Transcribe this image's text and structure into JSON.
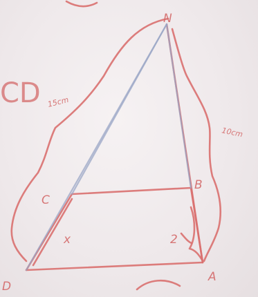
{
  "figure": {
    "fragment_label": "CD",
    "vertices": {
      "apex": "N",
      "top_left": "C",
      "top_right": "B",
      "bottom_left": "D",
      "bottom_right": "A"
    },
    "lengths": {
      "nd": "15cm",
      "na": "10cm",
      "ab": "2",
      "dc": "x"
    },
    "ink_colors": {
      "marker": "#d9706f",
      "faint_line": "#9aa6c6"
    }
  }
}
